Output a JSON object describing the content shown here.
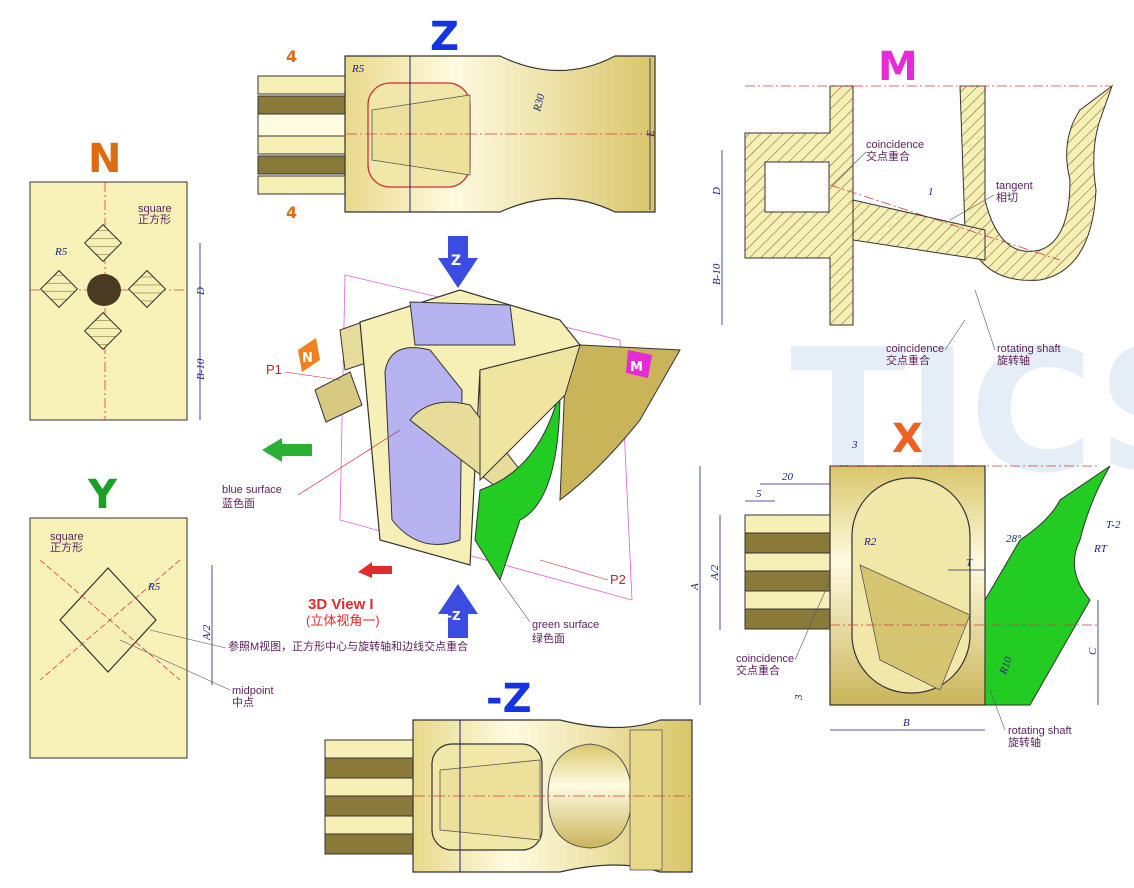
{
  "views": {
    "z": {
      "title": "Z",
      "title_color": "#1533e0",
      "marks": [
        "4",
        "4"
      ],
      "dims": [
        "R5",
        "R30",
        "E"
      ]
    },
    "n": {
      "title": "N",
      "title_color": "#e06a10",
      "square_note": "square",
      "square_note_cn": "正方形",
      "dims": [
        "R5",
        "D",
        "B-10"
      ]
    },
    "y": {
      "title": "Y",
      "title_color": "#1aa026",
      "square_note": "square",
      "square_note_cn": "正方形",
      "dims": [
        "R5",
        "A/2"
      ],
      "note_ref": "参照M视图，正方形中心与旋转轴和边线交点重合",
      "midpoint": "midpoint",
      "midpoint_cn": "中点"
    },
    "m": {
      "title": "M",
      "title_color": "#e62ad8",
      "coincidence1": "coincidence",
      "coincidence1_cn": "交点重合",
      "tangent": "tangent",
      "tangent_cn": "相切",
      "coincidence2": "coincidence",
      "coincidence2_cn": "交点重合",
      "rotating": "rotating shaft",
      "rotating_cn": "旋转轴",
      "dims": [
        "D",
        "B-10",
        "1"
      ]
    },
    "x": {
      "title": "X",
      "title_color": "#f06020",
      "dims": [
        "3",
        "20",
        "5",
        "R2",
        "28°",
        "T-2",
        "RT",
        "T",
        "A",
        "A/2",
        "C",
        "R10",
        "3",
        "B"
      ],
      "coincidence": "coincidence",
      "coincidence_cn": "交点重合",
      "rotating": "rotating shaft",
      "rotating_cn": "旋转轴"
    },
    "iso": {
      "title": "3D View I",
      "subtitle": "(立体视角一)",
      "blue": "blue surface",
      "blue_cn": "蓝色面",
      "green": "green surface",
      "green_cn": "绿色面",
      "p1": "P1",
      "p2": "P2",
      "arrow_z": "Z",
      "arrow_nz": "-Z",
      "tag_n": "N",
      "tag_m": "M"
    },
    "nz": {
      "title": "-Z",
      "title_color": "#1533e0"
    }
  },
  "watermark": {
    "text": "TICS",
    "color": "#cfe3f5"
  },
  "colors": {
    "part": "#f6efb6",
    "part_dark": "#8a7a3a",
    "green": "#22cc22",
    "blue": "#b7b2f0",
    "hatch": "#7a6a2a",
    "dim": "#1a237e",
    "center": "#d04040"
  }
}
